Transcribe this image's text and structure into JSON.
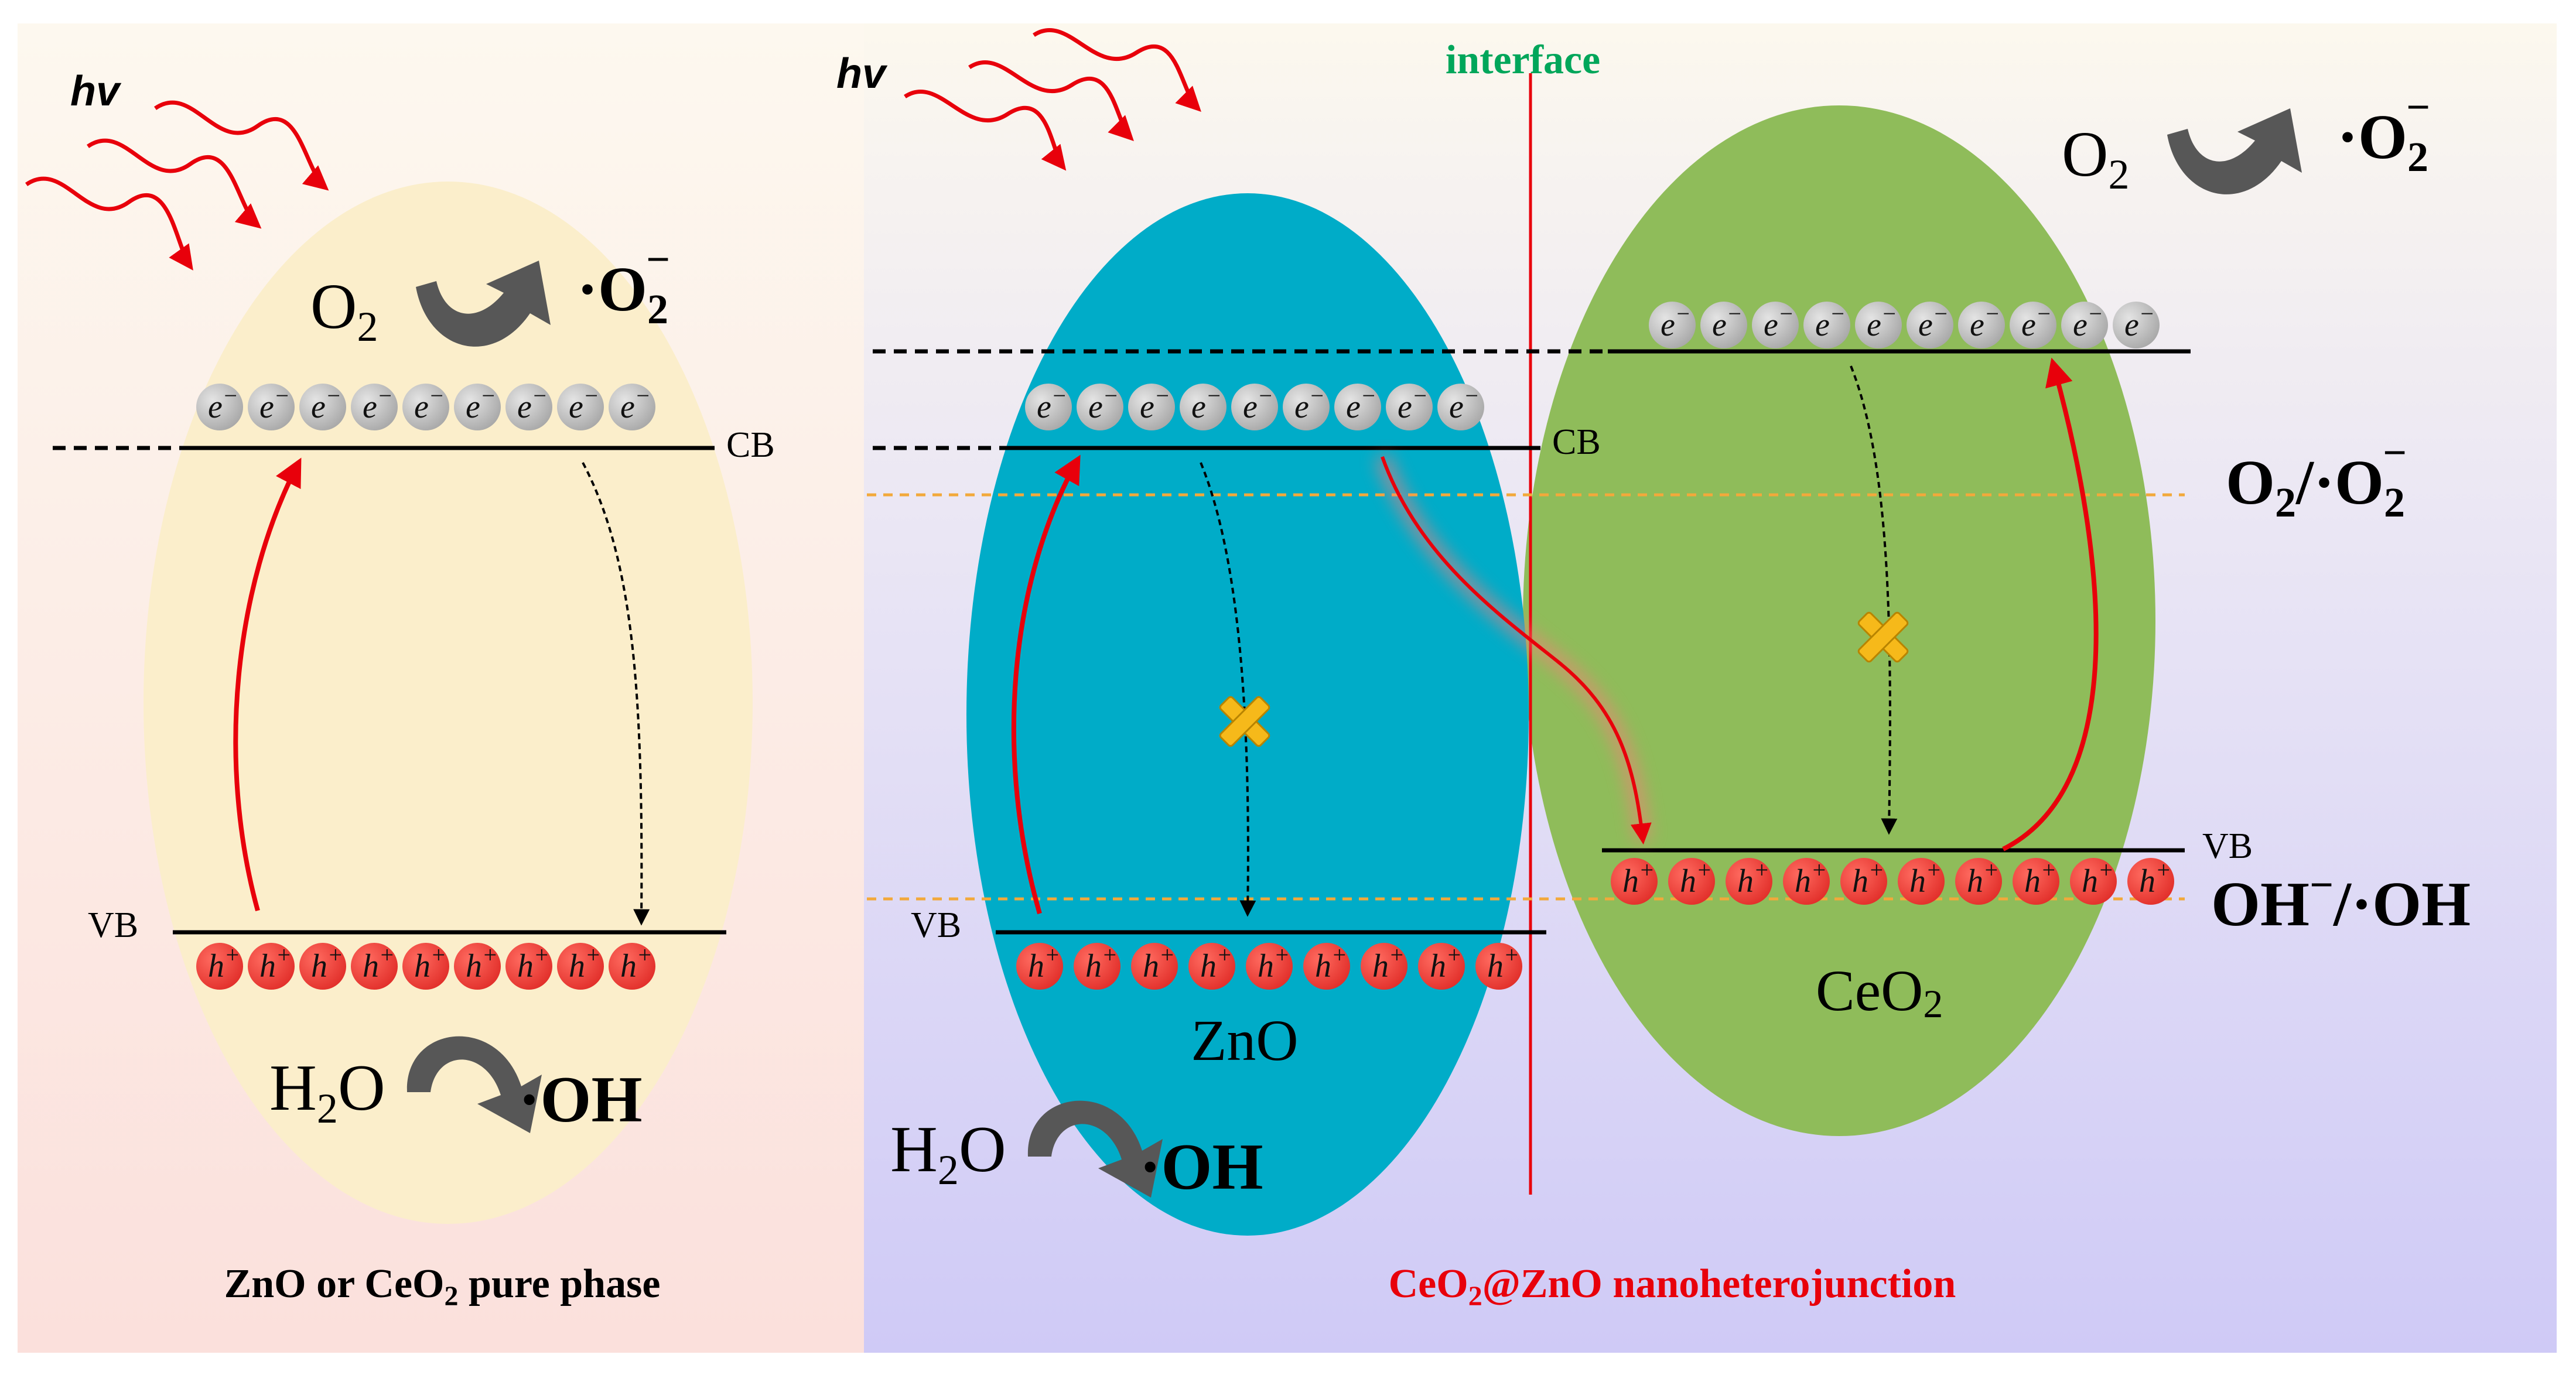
{
  "left_panel": {
    "light": "hv",
    "o2_reactant": "O",
    "o2_sub": "2",
    "superoxide": "·O",
    "superoxide_sub": "2",
    "superoxide_sup": "−",
    "cb_label": "CB",
    "vb_label": "VB",
    "electron": "e",
    "electron_sup": "−",
    "hole": "h",
    "hole_sup": "+",
    "h2o_h": "H",
    "h2o_sub": "2",
    "h2o_o": "O",
    "hydroxyl": "·OH",
    "caption_a": "ZnO or CeO",
    "caption_sub": "2",
    "caption_b": " pure phase"
  },
  "right_panel": {
    "light": "hv",
    "interface_label": "interface",
    "zno_label": "ZnO",
    "ceo2_label": "CeO",
    "ceo2_sub": "2",
    "cb_label": "CB",
    "vb_zno_label": "VB",
    "vb_ceo2_label": "VB",
    "o2_reactant": "O",
    "o2_sub": "2",
    "superoxide": "·O",
    "superoxide_sub": "2",
    "superoxide_sup": "−",
    "couple_o2": "O",
    "couple_o2_sub": "2",
    "couple_mid": "/·O",
    "couple_o2b_sub": "2",
    "couple_sup": "−",
    "couple_oh_a": "OH",
    "couple_oh_sup": "−",
    "couple_oh_b": "/·OH",
    "h2o_h": "H",
    "h2o_sub": "2",
    "h2o_o": "O",
    "hydroxyl": "·OH",
    "caption_a": "CeO",
    "caption_sub": "2",
    "caption_b": "@ZnO nanoheterojunction"
  },
  "colors": {
    "left_bg": "#fbe6e0",
    "right_bg": "#ddd8f6",
    "yellow_ellipse": "#fbeecb",
    "zno_ellipse": "#00acc8",
    "ceo2_ellipse": "#8fbc5a",
    "electron": "#c6c6c6",
    "hole": "#f0443f",
    "arrow_red": "#e8000b",
    "interface_line": "#e8000b",
    "interface_text": "#00a65a",
    "right_caption": "#e8000b",
    "cross": "#f6b91a",
    "curved_arrow": "#575757",
    "potential_line": "#f2a93b"
  }
}
